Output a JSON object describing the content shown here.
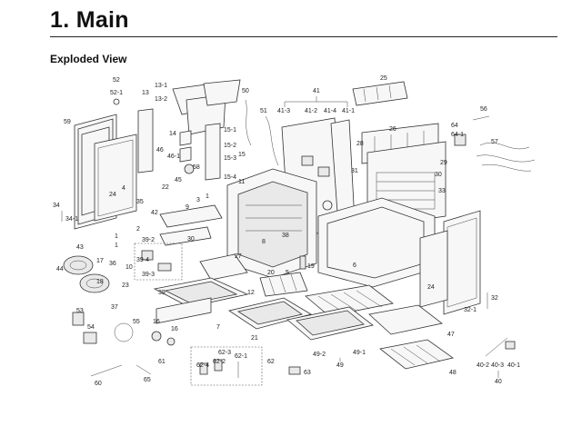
{
  "header": {
    "title": "1. Main",
    "subtitle": "Exploded View"
  },
  "callouts": [
    {
      "id": "c52",
      "text": "52"
    },
    {
      "id": "c52_1",
      "text": "52-1"
    },
    {
      "id": "c13_1",
      "text": "13-1"
    },
    {
      "id": "c13",
      "text": "13"
    },
    {
      "id": "c13_2",
      "text": "13-2"
    },
    {
      "id": "c50",
      "text": "50"
    },
    {
      "id": "c41",
      "text": "41"
    },
    {
      "id": "c41_3",
      "text": "41-3"
    },
    {
      "id": "c41_2",
      "text": "41-2"
    },
    {
      "id": "c41_4",
      "text": "41-4"
    },
    {
      "id": "c41_1",
      "text": "41-1"
    },
    {
      "id": "c25",
      "text": "25"
    },
    {
      "id": "c51",
      "text": "51"
    },
    {
      "id": "c59",
      "text": "59"
    },
    {
      "id": "c14",
      "text": "14"
    },
    {
      "id": "c15_1",
      "text": "15-1"
    },
    {
      "id": "c15_2",
      "text": "15-2"
    },
    {
      "id": "c15_3",
      "text": "15-3"
    },
    {
      "id": "c15",
      "text": "15"
    },
    {
      "id": "c15_4",
      "text": "15-4"
    },
    {
      "id": "c46",
      "text": "46"
    },
    {
      "id": "c46_1",
      "text": "46-1"
    },
    {
      "id": "c58",
      "text": "58"
    },
    {
      "id": "c26",
      "text": "26"
    },
    {
      "id": "c28",
      "text": "28"
    },
    {
      "id": "c56",
      "text": "56"
    },
    {
      "id": "c64",
      "text": "64"
    },
    {
      "id": "c64_1",
      "text": "64-1"
    },
    {
      "id": "c57",
      "text": "57"
    },
    {
      "id": "c29",
      "text": "29"
    },
    {
      "id": "c31",
      "text": "31"
    },
    {
      "id": "c30a",
      "text": "30"
    },
    {
      "id": "c33",
      "text": "33"
    },
    {
      "id": "c4",
      "text": "4"
    },
    {
      "id": "c24a",
      "text": "24"
    },
    {
      "id": "c34",
      "text": "34"
    },
    {
      "id": "c34_1",
      "text": "34-1"
    },
    {
      "id": "c22",
      "text": "22"
    },
    {
      "id": "c45",
      "text": "45"
    },
    {
      "id": "c11",
      "text": "11"
    },
    {
      "id": "c1",
      "text": "1"
    },
    {
      "id": "c35",
      "text": "35"
    },
    {
      "id": "c3",
      "text": "3"
    },
    {
      "id": "c42",
      "text": "42"
    },
    {
      "id": "c9",
      "text": "9"
    },
    {
      "id": "c2",
      "text": "2"
    },
    {
      "id": "c1b",
      "text": "1"
    },
    {
      "id": "c1c",
      "text": "1"
    },
    {
      "id": "c8",
      "text": "8"
    },
    {
      "id": "c38",
      "text": "38"
    },
    {
      "id": "c6",
      "text": "6"
    },
    {
      "id": "c43",
      "text": "43"
    },
    {
      "id": "c44",
      "text": "44"
    },
    {
      "id": "c17",
      "text": "17"
    },
    {
      "id": "c18",
      "text": "18"
    },
    {
      "id": "c36",
      "text": "36"
    },
    {
      "id": "c10",
      "text": "10"
    },
    {
      "id": "c39_2",
      "text": "39-2"
    },
    {
      "id": "c39_4",
      "text": "39-4"
    },
    {
      "id": "c39_3",
      "text": "39-3"
    },
    {
      "id": "c39",
      "text": "39"
    },
    {
      "id": "c23",
      "text": "23"
    },
    {
      "id": "c37",
      "text": "37"
    },
    {
      "id": "c30b",
      "text": "30"
    },
    {
      "id": "c27",
      "text": "27"
    },
    {
      "id": "c19",
      "text": "19"
    },
    {
      "id": "c20",
      "text": "20"
    },
    {
      "id": "c5",
      "text": "5"
    },
    {
      "id": "c12",
      "text": "12"
    },
    {
      "id": "c7",
      "text": "7"
    },
    {
      "id": "c21",
      "text": "21"
    },
    {
      "id": "c24b",
      "text": "24"
    },
    {
      "id": "c32",
      "text": "32"
    },
    {
      "id": "c32_1",
      "text": "32-1"
    },
    {
      "id": "c53",
      "text": "53"
    },
    {
      "id": "c54",
      "text": "54"
    },
    {
      "id": "c55",
      "text": "55"
    },
    {
      "id": "c16a",
      "text": "16"
    },
    {
      "id": "c16b",
      "text": "16"
    },
    {
      "id": "c61",
      "text": "61"
    },
    {
      "id": "c62_3",
      "text": "62-3"
    },
    {
      "id": "c62_4",
      "text": "62-4"
    },
    {
      "id": "c62_2",
      "text": "62-2"
    },
    {
      "id": "c62_1",
      "text": "62-1"
    },
    {
      "id": "c62",
      "text": "62"
    },
    {
      "id": "c63",
      "text": "63"
    },
    {
      "id": "c49_2",
      "text": "49-2"
    },
    {
      "id": "c49",
      "text": "49"
    },
    {
      "id": "c49_1",
      "text": "49-1"
    },
    {
      "id": "c47",
      "text": "47"
    },
    {
      "id": "c48",
      "text": "48"
    },
    {
      "id": "c40_2",
      "text": "40-2"
    },
    {
      "id": "c40_3",
      "text": "40-3"
    },
    {
      "id": "c40_1",
      "text": "40-1"
    },
    {
      "id": "c40",
      "text": "40"
    },
    {
      "id": "c60",
      "text": "60"
    },
    {
      "id": "c65",
      "text": "65"
    }
  ]
}
